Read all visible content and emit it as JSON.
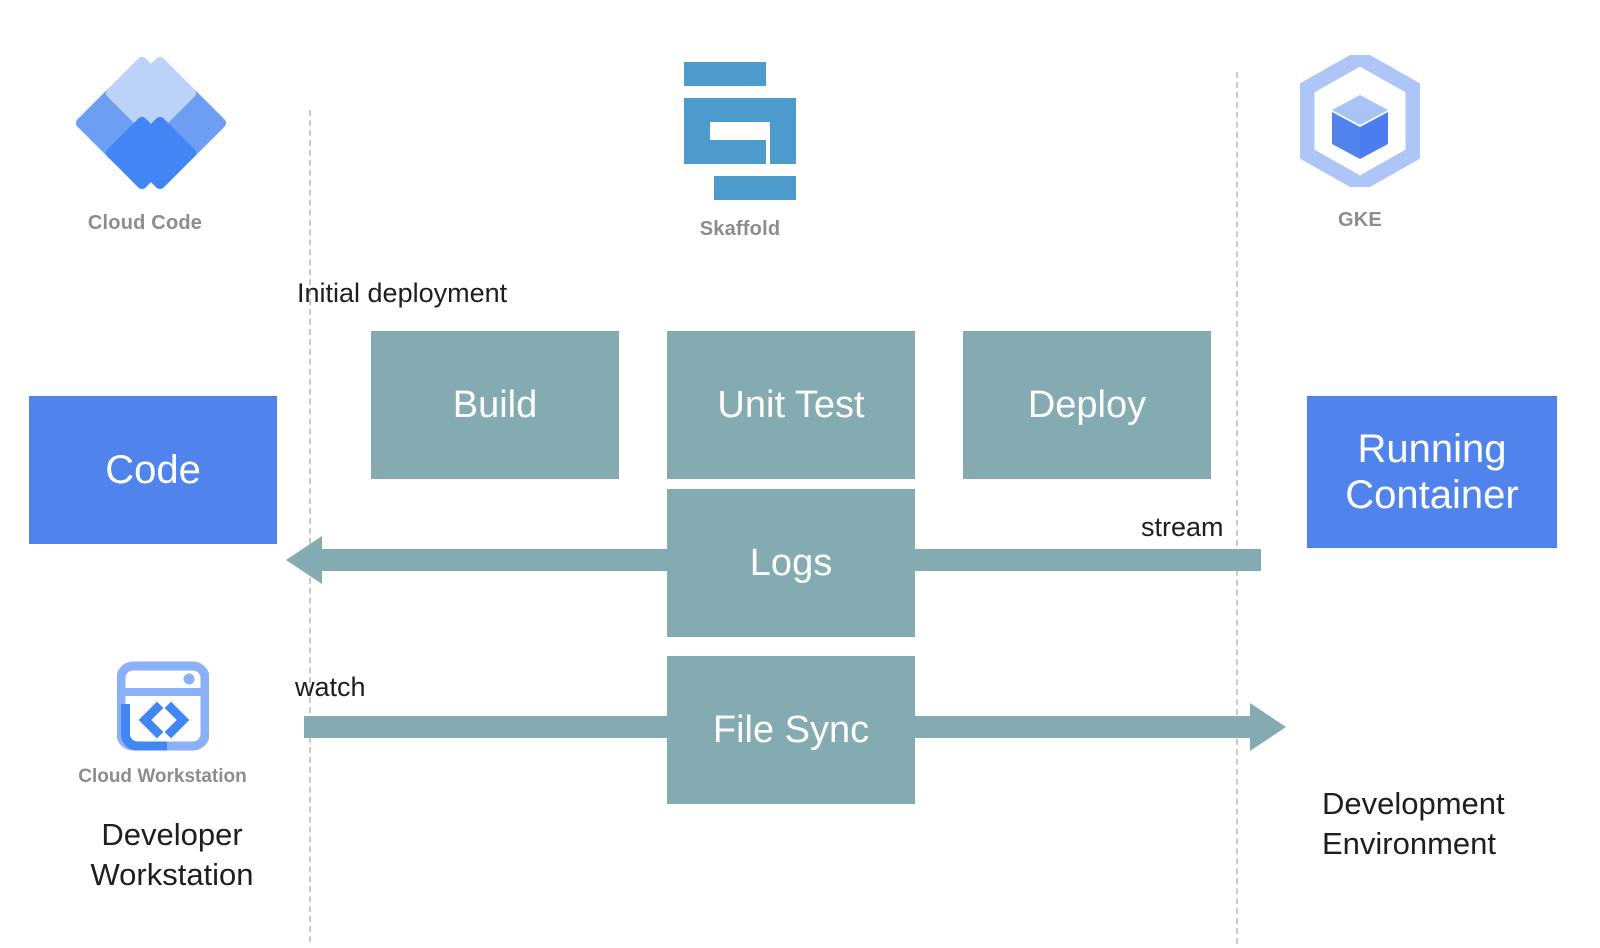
{
  "logos": [
    {
      "id": "cloud-code",
      "caption": "Cloud Code"
    },
    {
      "id": "skaffold",
      "caption": "Skaffold"
    },
    {
      "id": "gke",
      "caption": "GKE"
    },
    {
      "id": "cloud-workstation",
      "caption": "Cloud Workstation"
    }
  ],
  "stages": [
    {
      "id": "build",
      "label": "Build"
    },
    {
      "id": "unit-test",
      "label": "Unit Test"
    },
    {
      "id": "deploy",
      "label": "Deploy"
    },
    {
      "id": "logs",
      "label": "Logs"
    },
    {
      "id": "file-sync",
      "label": "File Sync"
    }
  ],
  "endpoints": [
    {
      "id": "code",
      "label": "Code"
    },
    {
      "id": "running-container",
      "label": "Running\nContainer"
    }
  ],
  "flow_labels": {
    "initial_deployment": "Initial deployment",
    "watch": "watch",
    "stream": "stream"
  },
  "environments": {
    "left": "Developer\nWorkstation",
    "right": "Development\nEnvironment"
  },
  "colors": {
    "stage_fill": "#85abb2",
    "endpoint_fill": "#5084ec",
    "arrow": "#85abb2",
    "boundary_dash": "#c8cace",
    "logo_caption": "#8a8d91",
    "skaffold_blue": "#4d9bcd",
    "gke_hex_light": "#aec6f7",
    "gke_cube_blue": "#5084ec",
    "cloud_code_light": "#bcd2f9",
    "cloud_code_mid": "#6d9ef4",
    "cloud_code_dark": "#4285f4"
  }
}
